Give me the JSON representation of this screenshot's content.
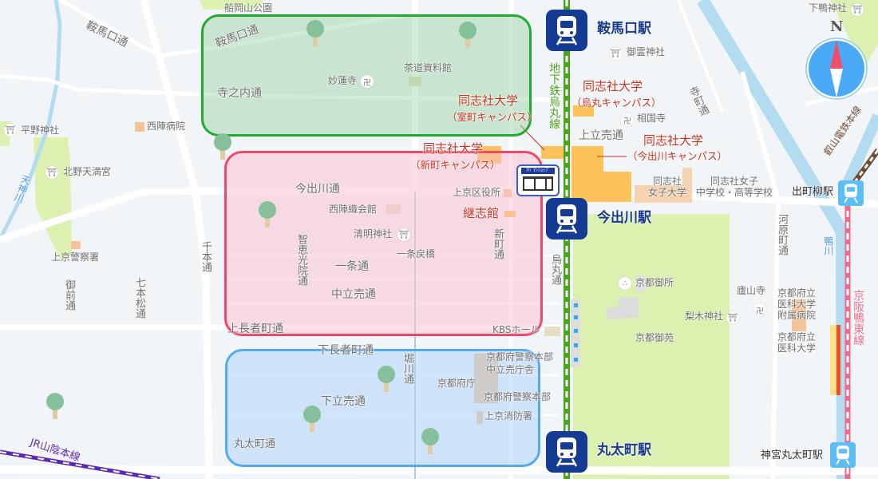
{
  "colors": {
    "background": "#f2f5f8",
    "park": "#dcf0b0",
    "river": "#b3dcf0",
    "subway": "#4aa51e",
    "station": "#153c92",
    "doshisha": "#c8321e",
    "region_green": "#22aa33",
    "region_red": "#f04868",
    "region_blue": "#55aaee"
  },
  "compass": {
    "label": "N"
  },
  "stations": {
    "kuramaguchi": "鞍馬口駅",
    "imadegawa": "今出川駅",
    "marutamachi": "丸太町駅",
    "demachiyanagi": "出町柳駅",
    "jingu_marutamachi": "神宮丸太町駅"
  },
  "lines": {
    "karasuma": "地下鉄烏丸線",
    "keihan": "京阪鴨東線",
    "eizan": "叡山電鉄本線",
    "jr": "JR山陰本線"
  },
  "rivers": {
    "tenjin": "天神川",
    "kamo": "鴨川"
  },
  "doshisha": {
    "muromachi": {
      "name": "同志社大学",
      "campus": "（室町キャンパス）"
    },
    "shinmachi": {
      "name": "同志社大学",
      "campus": "（新町キャンパス）"
    },
    "karasuma": {
      "name": "同志社大学",
      "campus": "（烏丸キャンパス）"
    },
    "imadegawa": {
      "name": "同志社大学",
      "campus": "（今出川キャンパス）"
    },
    "keishikan": "継志館"
  },
  "streets": {
    "kuramaguchi_w": "鞍馬口通",
    "kuramaguchi_e": "鞍馬口通",
    "teranouchi": "寺之内通",
    "imadegawa": "今出川通",
    "ichijo": "一条通",
    "nakadachiuri": "中立売通",
    "kamichojamachi": "上長者町通",
    "shimochojamachi": "下長者町通",
    "shimodachiuri": "下立売通",
    "marutamachi": "丸太町通",
    "kamidachiuri": "上立売通",
    "senbon": "千本通",
    "onmae": "御前通",
    "shichihonmatsu": "七本松通",
    "chiekoin": "智恵光院通",
    "shinmachi": "新町通",
    "horikawa": "堀川通",
    "karasuma": "烏丸通",
    "teramachi": "寺町通",
    "kawaramachi": "河原町通"
  },
  "places": {
    "funaokayama": "船岡山公園",
    "myorenji": "妙蓮寺",
    "chado": "茶道資料館",
    "hirano": "平野神社",
    "nishijin_hosp": "西陣病院",
    "kitano": "北野天満宮",
    "kamigyo_police": "上京警察署",
    "nishijin_ori": "西陣織会館",
    "seimei": "清明神社",
    "ichijo_modori": "一条戻橋",
    "kamigyo_ward": "上京区役所",
    "police_hq1": "京都府警察本部",
    "nakadachiuri_annex": "中立売庁舎",
    "pref_office": "京都府庁",
    "police_hq2": "京都府警察本部",
    "fire": "上京消防署",
    "kbs": "KBSホール",
    "goryo": "御霊神社",
    "shokokuji": "相国寺",
    "dwu": [
      "同志社",
      "女子大学"
    ],
    "dwhs": [
      "同志社女子",
      "中学校・高等学校"
    ],
    "gosho": "京都御所",
    "gyoen": "京都御苑",
    "nashinoki": "梨木神社",
    "rozanji": "廬山寺",
    "kpum_hosp": [
      "京都府立",
      "医科大学",
      "附属病院"
    ],
    "kpum": [
      "京都府立",
      "医科大学"
    ],
    "shimogamo": "下鴨神社"
  },
  "shop_sign": "ｱﾊﾟﾏﾝｼｮｯﾌﾟ"
}
